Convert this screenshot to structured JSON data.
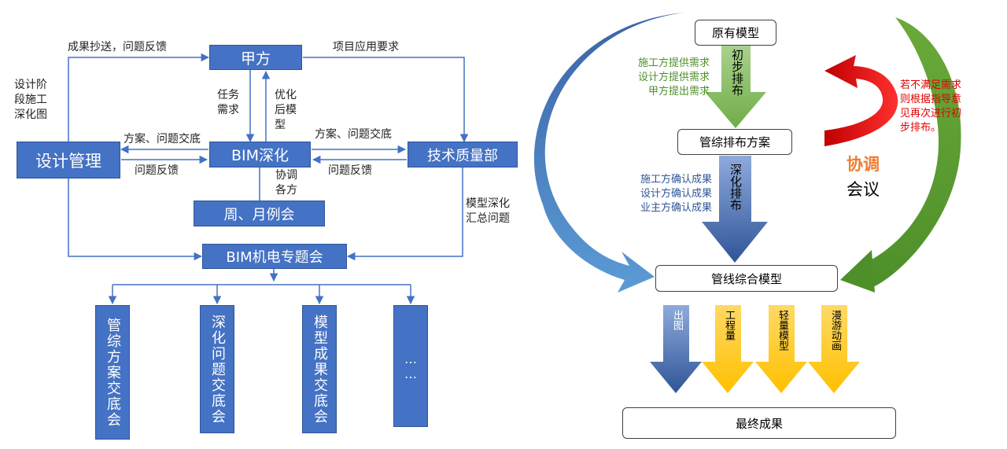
{
  "left": {
    "nodes": {
      "jiafang": "甲方",
      "design_mgmt": "设计管理",
      "bim": "BIM深化",
      "tech_quality": "技术质量部",
      "weekly": "周、月例会",
      "mep_meeting": "BIM机电专题会",
      "out1": "管综方案交底会",
      "out2": "深化问题交底会",
      "out3": "模型成果交底会",
      "out4": "……"
    },
    "labels": {
      "submit_feedback": "成果抄送，问题反馈",
      "app_requirements": "项目应用要求",
      "design_stage": "设计阶段施工深化图",
      "task_demand": "任务需求",
      "optimized_model": "优化后模型",
      "plan_handover_left": "方案、问题交底",
      "plan_handover_right": "方案、问题交底",
      "feedback_left": "问题反馈",
      "feedback_right": "问题反馈",
      "coordinate": "协调各方",
      "model_issues": "模型深化汇总问题"
    }
  },
  "right": {
    "nodes": {
      "original_model": "原有模型",
      "layout_plan": "管综排布方案",
      "integrated_model": "管线综合模型",
      "final_result": "最终成果"
    },
    "arrow1_label": "初步排布",
    "arrow1_notes": [
      "施工方提供需求",
      "设计方提供需求",
      "甲方提出需求"
    ],
    "arrow2_label": "深化排布",
    "arrow2_notes": [
      "施工方确认成果",
      "设计方确认成果",
      "业主方确认成果"
    ],
    "red_note": "若不满足需求则根据指导意见再次进行初步排布。",
    "meeting_title": "协调",
    "meeting_sub": "会议",
    "outputs": [
      "出图",
      "工程量",
      "轻量模型",
      "漫游动画"
    ]
  },
  "colors": {
    "box_blue": "#4472c4",
    "arrow_green": "#70ad47",
    "arrow_blue": "#4472c4",
    "arrow_yellow": "#ffc000",
    "red": "#e00000",
    "orange": "#ed7d31"
  }
}
